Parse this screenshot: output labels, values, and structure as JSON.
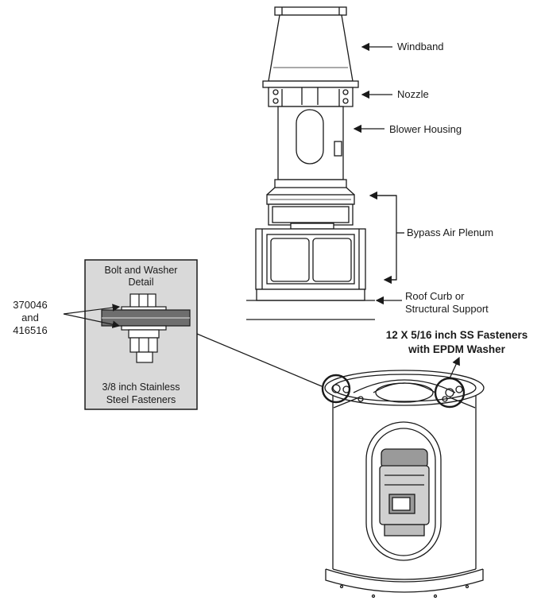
{
  "labels": {
    "windband": "Windband",
    "nozzle": "Nozzle",
    "blower_housing": "Blower Housing",
    "bypass_air_plenum": "Bypass Air Plenum",
    "roof_curb_line1": "Roof Curb or",
    "roof_curb_line2": "Structural Support"
  },
  "detail": {
    "title_line1": "Bolt and Washer",
    "title_line2": "Detail",
    "part_line1": "370046",
    "part_line2": "and",
    "part_line3": "416516",
    "fastener_line1": "3/8 inch Stainless",
    "fastener_line2": "Steel Fasteners"
  },
  "callout": {
    "line1": "12 X 5/16 inch SS Fasteners",
    "line2": "with EPDM Washer"
  },
  "colors": {
    "line": "#1a1a1a",
    "detail_box_fill": "#d9d9d9",
    "plate_fill": "#6e6e6e",
    "motor_fill": "#9a9a9a"
  }
}
